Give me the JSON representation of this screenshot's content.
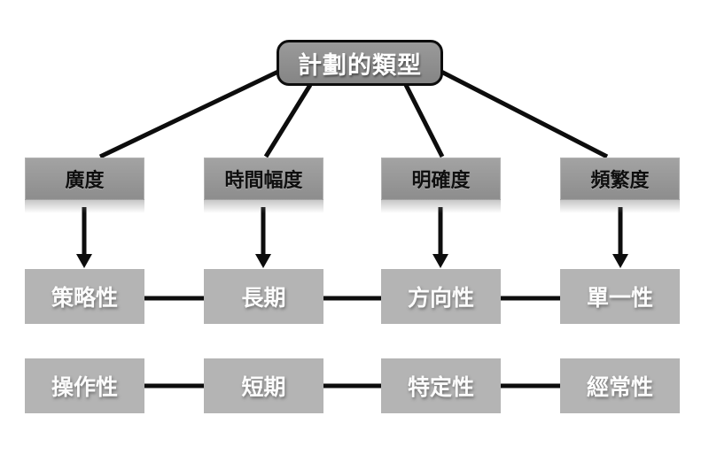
{
  "diagram": {
    "title": "計劃的類型",
    "columns": [
      {
        "category": "廣度",
        "row1": "策略性",
        "row2": "操作性"
      },
      {
        "category": "時間幅度",
        "row1": "長期",
        "row2": "短期"
      },
      {
        "category": "明確度",
        "row1": "方向性",
        "row2": "特定性"
      },
      {
        "category": "頻繁度",
        "row1": "單一性",
        "row2": "經常性"
      }
    ],
    "colors": {
      "background": "#ffffff",
      "title_box_fill": "#8c8c8c",
      "title_box_border": "#0d0d0d",
      "title_text": "#ffffff",
      "category_box_fill": "#989898",
      "category_text": "#0f0f0f",
      "item_box_fill": "#b4b4b4",
      "item_text": "#fcfcfc",
      "connector": "#0d0d0d"
    }
  }
}
